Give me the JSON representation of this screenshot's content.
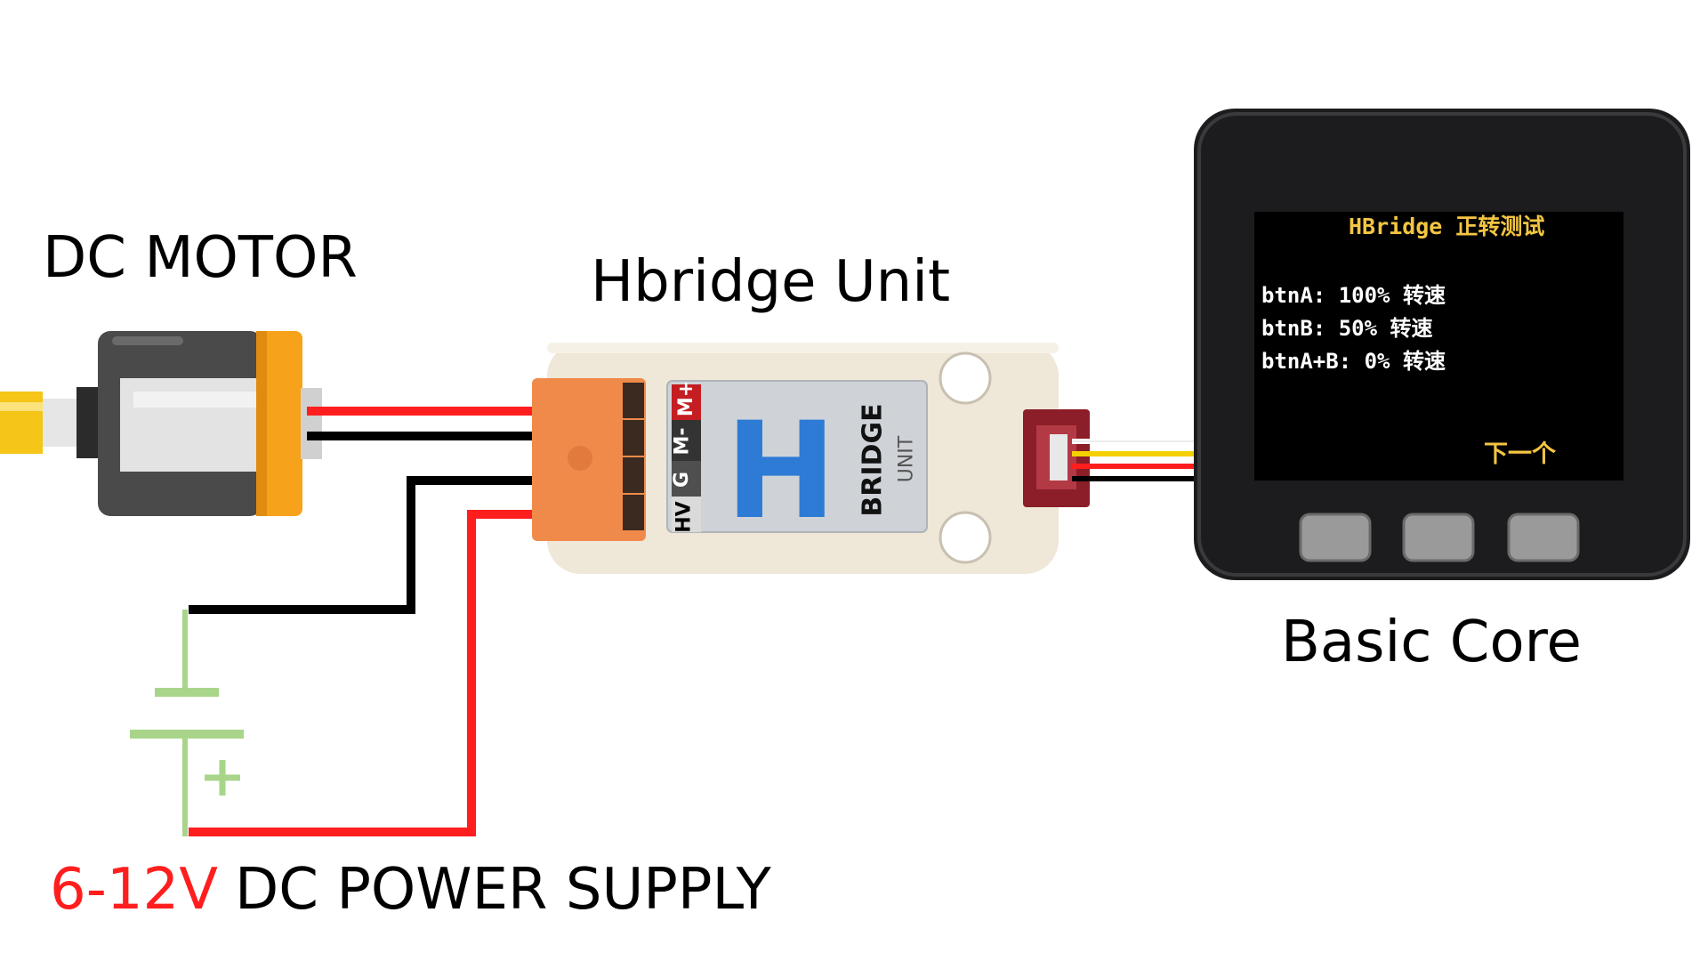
{
  "labels": {
    "motor": "DC MOTOR",
    "hbridge": "Hbridge Unit",
    "core": "Basic Core",
    "supply_voltage": "6-12V",
    "supply": "DC POWER SUPPLY"
  },
  "module": {
    "pins": {
      "m_plus": "M+",
      "m_minus": "M-",
      "g": "G",
      "hv": "HV"
    },
    "logo_letter": "H",
    "logo_word": "BRIDGE",
    "unit_word": "UNIT"
  },
  "screen": {
    "title": "HBridge 正转测试",
    "line_a": "btnA: 100% 转速",
    "line_b": "btnB: 50% 转速",
    "line_ab": "btnA+B: 0% 转速",
    "next": "下一个"
  },
  "battery_polarity": "+",
  "colors": {
    "wire_red": "#ff1e1e",
    "wire_black": "#000000",
    "battery_green": "#a8d58a",
    "motor_orange": "#f7a21b",
    "terminal_orange": "#f08a4b",
    "logo_blue": "#2e7bd6",
    "screen_yellow": "#f4c542"
  }
}
